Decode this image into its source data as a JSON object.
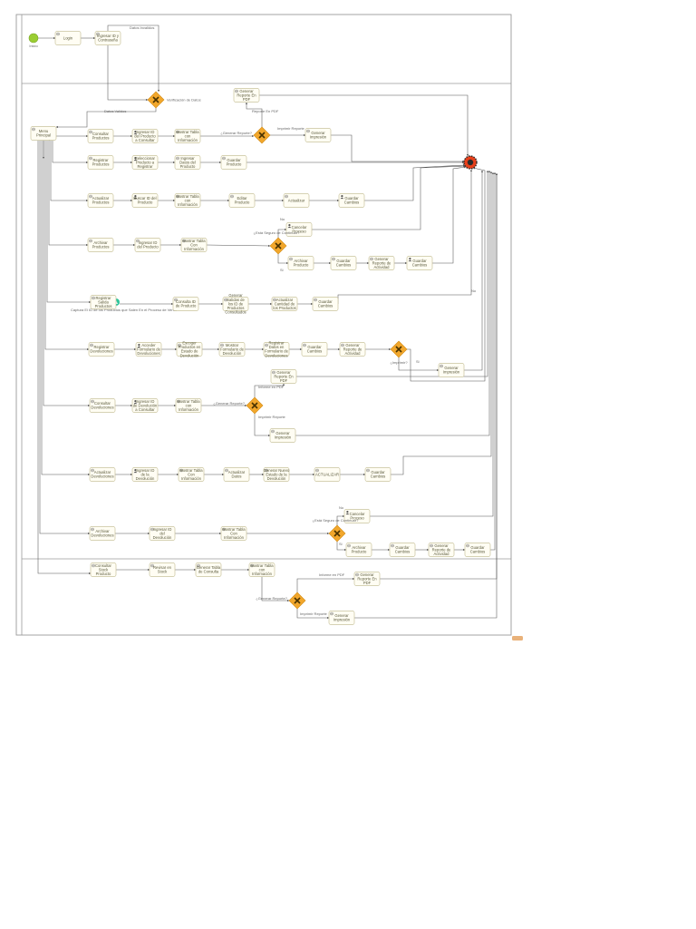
{
  "lanes": {
    "pool": "",
    "top": "",
    "middle": "",
    "bottom": ""
  },
  "start_event": "Inicio",
  "tasks": [
    {
      "id": "login",
      "label": "Login"
    },
    {
      "id": "ingresar-id",
      "label": "Ingresar ID y Contraseña"
    },
    {
      "id": "menu",
      "label": "Menu Principal"
    },
    {
      "id": "pdf-top",
      "label": "Generar Reporte En PDF"
    },
    {
      "id": "consultar-productos",
      "label": "Consultar Productos"
    },
    {
      "id": "ingresar-id-producto",
      "label": "Ingresar ID del Producto a Consultar"
    },
    {
      "id": "mostrar-tabla-1",
      "label": "Mostrar Tabla con Información"
    },
    {
      "id": "generar-impresion-1",
      "label": "Generar Impresión"
    },
    {
      "id": "registrar-productos",
      "label": "Registrar Productos"
    },
    {
      "id": "seleccionar-producto",
      "label": "Seleccionar Producto a Registrar"
    },
    {
      "id": "ingresar-datos",
      "label": "Ingresar Datos del Producto"
    },
    {
      "id": "guardar-producto",
      "label": "Guardar Producto"
    },
    {
      "id": "actualizar-productos",
      "label": "Actualizar Productos"
    },
    {
      "id": "buscar-id",
      "label": "Buscar ID del Producto"
    },
    {
      "id": "mostrar-tabla-2",
      "label": "Mostrar Tabla con Información"
    },
    {
      "id": "editar-producto",
      "label": "Editar Producto"
    },
    {
      "id": "actualizar",
      "label": "Actualizar"
    },
    {
      "id": "guardar-cambios-1",
      "label": "Guardar Cambios"
    },
    {
      "id": "archivar-productos",
      "label": "Archivar Productos"
    },
    {
      "id": "ingresar-id-producto-2",
      "label": "Ingresar ID del Producto"
    },
    {
      "id": "mostrar-tabla-3",
      "label": "Mostrar Tabla Con Información"
    },
    {
      "id": "cancelar-proceso-1",
      "label": "Cancelar Proceso"
    },
    {
      "id": "archivar-producto-1",
      "label": "Archivar Producto"
    },
    {
      "id": "guardar-cambios-2",
      "label": "Guardar Cambios"
    },
    {
      "id": "generar-reporte-actividad-1",
      "label": "Generar Reporte de Actividad"
    },
    {
      "id": "guardar-cambios-3",
      "label": "Guardar Cambios"
    },
    {
      "id": "registrar-salida",
      "label": "Registrar Salida Productos"
    },
    {
      "id": "consulta-id",
      "label": "Consulta ID de Producto"
    },
    {
      "id": "generar-salidas",
      "label": "Generar Salidas de los ID de Productos Consultados"
    },
    {
      "id": "actualizar-cantidad",
      "label": "Actualizar Cantidad de los Productos"
    },
    {
      "id": "guardar-cambios-4",
      "label": "Guardar Cambios"
    },
    {
      "id": "registrar-devoluciones",
      "label": "Registrar Devoluciones"
    },
    {
      "id": "acceder-formulario",
      "label": "Acceder Formulario de Devoluciones"
    },
    {
      "id": "escoger-productos",
      "label": "Escoger Productos en Estado de Devolución"
    },
    {
      "id": "mostrar-formulario",
      "label": "Mostrar Formulario de Devolución"
    },
    {
      "id": "registrar-datos",
      "label": "Registrar Datos en Formulario de Devoluciones"
    },
    {
      "id": "guardar-cambios-5",
      "label": "Guardar Cambios"
    },
    {
      "id": "generar-reporte-actividad-2",
      "label": "Generar Reporte de Actividad"
    },
    {
      "id": "generar-impresion-2",
      "label": "Generar Impresión"
    },
    {
      "id": "pdf-dev",
      "label": "Generar Reporte En PDF"
    },
    {
      "id": "consultar-devoluciones",
      "label": "Consultar Devoluciones"
    },
    {
      "id": "ingresar-id-dev",
      "label": "Ingresar ID de Devolución a Consultar"
    },
    {
      "id": "mostrar-tabla-4",
      "label": "Mostrar Tabla con Información"
    },
    {
      "id": "generar-impresion-3",
      "label": "Generar Impresión"
    },
    {
      "id": "actualizar-devoluciones",
      "label": "Actualizar Devoluciones"
    },
    {
      "id": "ingresar-id-dev-2",
      "label": "Ingresar ID de la Devolución"
    },
    {
      "id": "mostrar-tabla-5",
      "label": "Mostrar Tabla Con Información"
    },
    {
      "id": "actualizar-datos",
      "label": "Actualizar Datos"
    },
    {
      "id": "generar-nuevo-estado",
      "label": "Generar Nuevo Estado de la Devolución"
    },
    {
      "id": "actualizar-2",
      "label": "ACTUALIZAR"
    },
    {
      "id": "guardar-cambios-6",
      "label": "Guardar Cambios"
    },
    {
      "id": "archivar-devoluciones",
      "label": "Archivar Devoluciones"
    },
    {
      "id": "ingresar-id-dev-3",
      "label": "Ingresar ID del Devolución"
    },
    {
      "id": "mostrar-tabla-6",
      "label": "Mostrar Tabla Con Información"
    },
    {
      "id": "cancelar-proceso-2",
      "label": "Cancelar Proceso"
    },
    {
      "id": "archivar-producto-2",
      "label": "Archivar Producto"
    },
    {
      "id": "guardar-cambios-7",
      "label": "Guardar Cambios"
    },
    {
      "id": "generar-reporte-actividad-3",
      "label": "Generar Reporte de Actividad"
    },
    {
      "id": "guardar-cambios-8",
      "label": "Guardar Cambios"
    },
    {
      "id": "consultar-stock",
      "label": "Consultar Stock Producto"
    },
    {
      "id": "revisar-stock",
      "label": "Revisar en Stock"
    },
    {
      "id": "generar-tabla-consulta",
      "label": "Generar Tabla de Consulta"
    },
    {
      "id": "mostrar-tabla-7",
      "label": "Mostrar Tabla con Información"
    },
    {
      "id": "pdf-stock",
      "label": "Generar Reporte En PDF"
    },
    {
      "id": "generar-impresion-4",
      "label": "Generar Impresión"
    }
  ],
  "gateways": {
    "verificacion": "Verificación de Datos",
    "reporte-1": "¿Generar Reporte?",
    "archivar-1": "¿Está Seguro de Continuar?",
    "imprimir": "¿Imprimir?",
    "reporte-2": "¿Generar Reporte?",
    "archivar-2": "¿Está Seguro de Continuar?",
    "reporte-3": "¿Generar Reporte?"
  },
  "edge_labels": {
    "datos-invalidos": "Datos Invalidos",
    "datos-validos": "Datos Validos",
    "reporte-pdf": "Reporte En PDF",
    "imprimir-reporte": "Imprimir Reporte",
    "informe-pdf-1": "Informe en PDF",
    "imprimir-reporte-2": "Imprimir Reporte",
    "informe-pdf-2": "Informe en PDF",
    "imprimir-reporte-3": "Imprimir Reporte",
    "no-1": "No",
    "si-1": "Si",
    "no-2": "No",
    "si-2": "Si",
    "no-3": "No",
    "si-3": "Si"
  },
  "annotation": "Captura El ID de los Productos que Salen En el Proceso de Venta",
  "colors": {
    "gateway": "#f2a72c",
    "start": "#9acd32",
    "end": "#e8401a",
    "task_fill": "#fffdf3",
    "task_stroke": "#c9c39d",
    "subprocess": "#2ec59a"
  }
}
